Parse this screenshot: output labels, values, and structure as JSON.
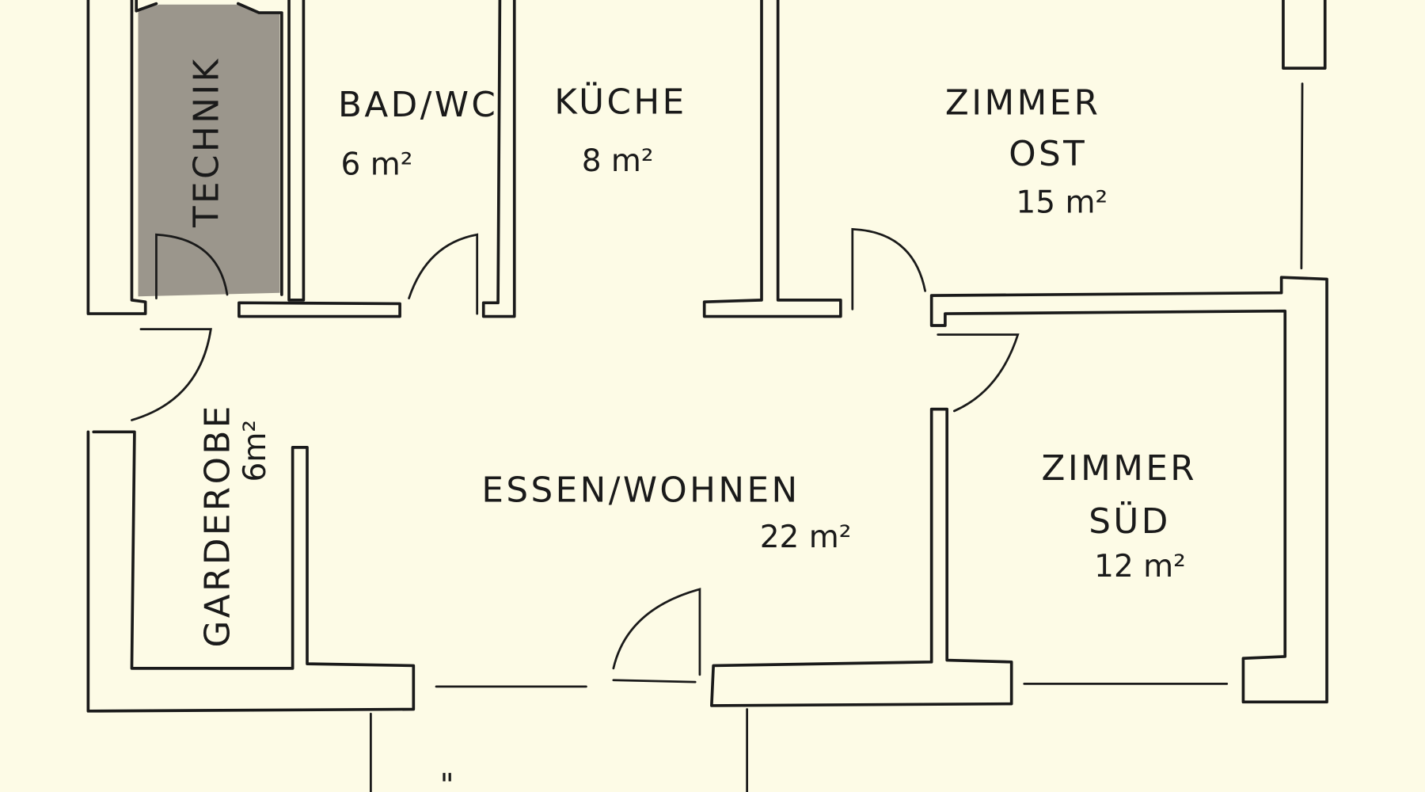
{
  "title": "Grundriss",
  "colors": {
    "background": "#fdfbe6",
    "ink": "#1a1a1a",
    "technik_fill": "#9b968c"
  },
  "rooms": {
    "technik": {
      "name": "TECHNIK"
    },
    "bad": {
      "name": "BAD/WC",
      "area": "6 m²"
    },
    "kueche": {
      "name": "KÜCHE",
      "area": "8 m²"
    },
    "zimmer_ost": {
      "name": "ZIMMER",
      "sub": "OST",
      "area": "15 m²"
    },
    "essen": {
      "name": "ESSEN/WOHNEN",
      "area": "22 m²"
    },
    "zimmer_sued": {
      "name": "ZIMMER",
      "sub": "SÜD",
      "area": "12 m²"
    },
    "garderobe": {
      "name": "GARDEROBE",
      "area": "6m²"
    }
  },
  "bottom_mark": "\""
}
